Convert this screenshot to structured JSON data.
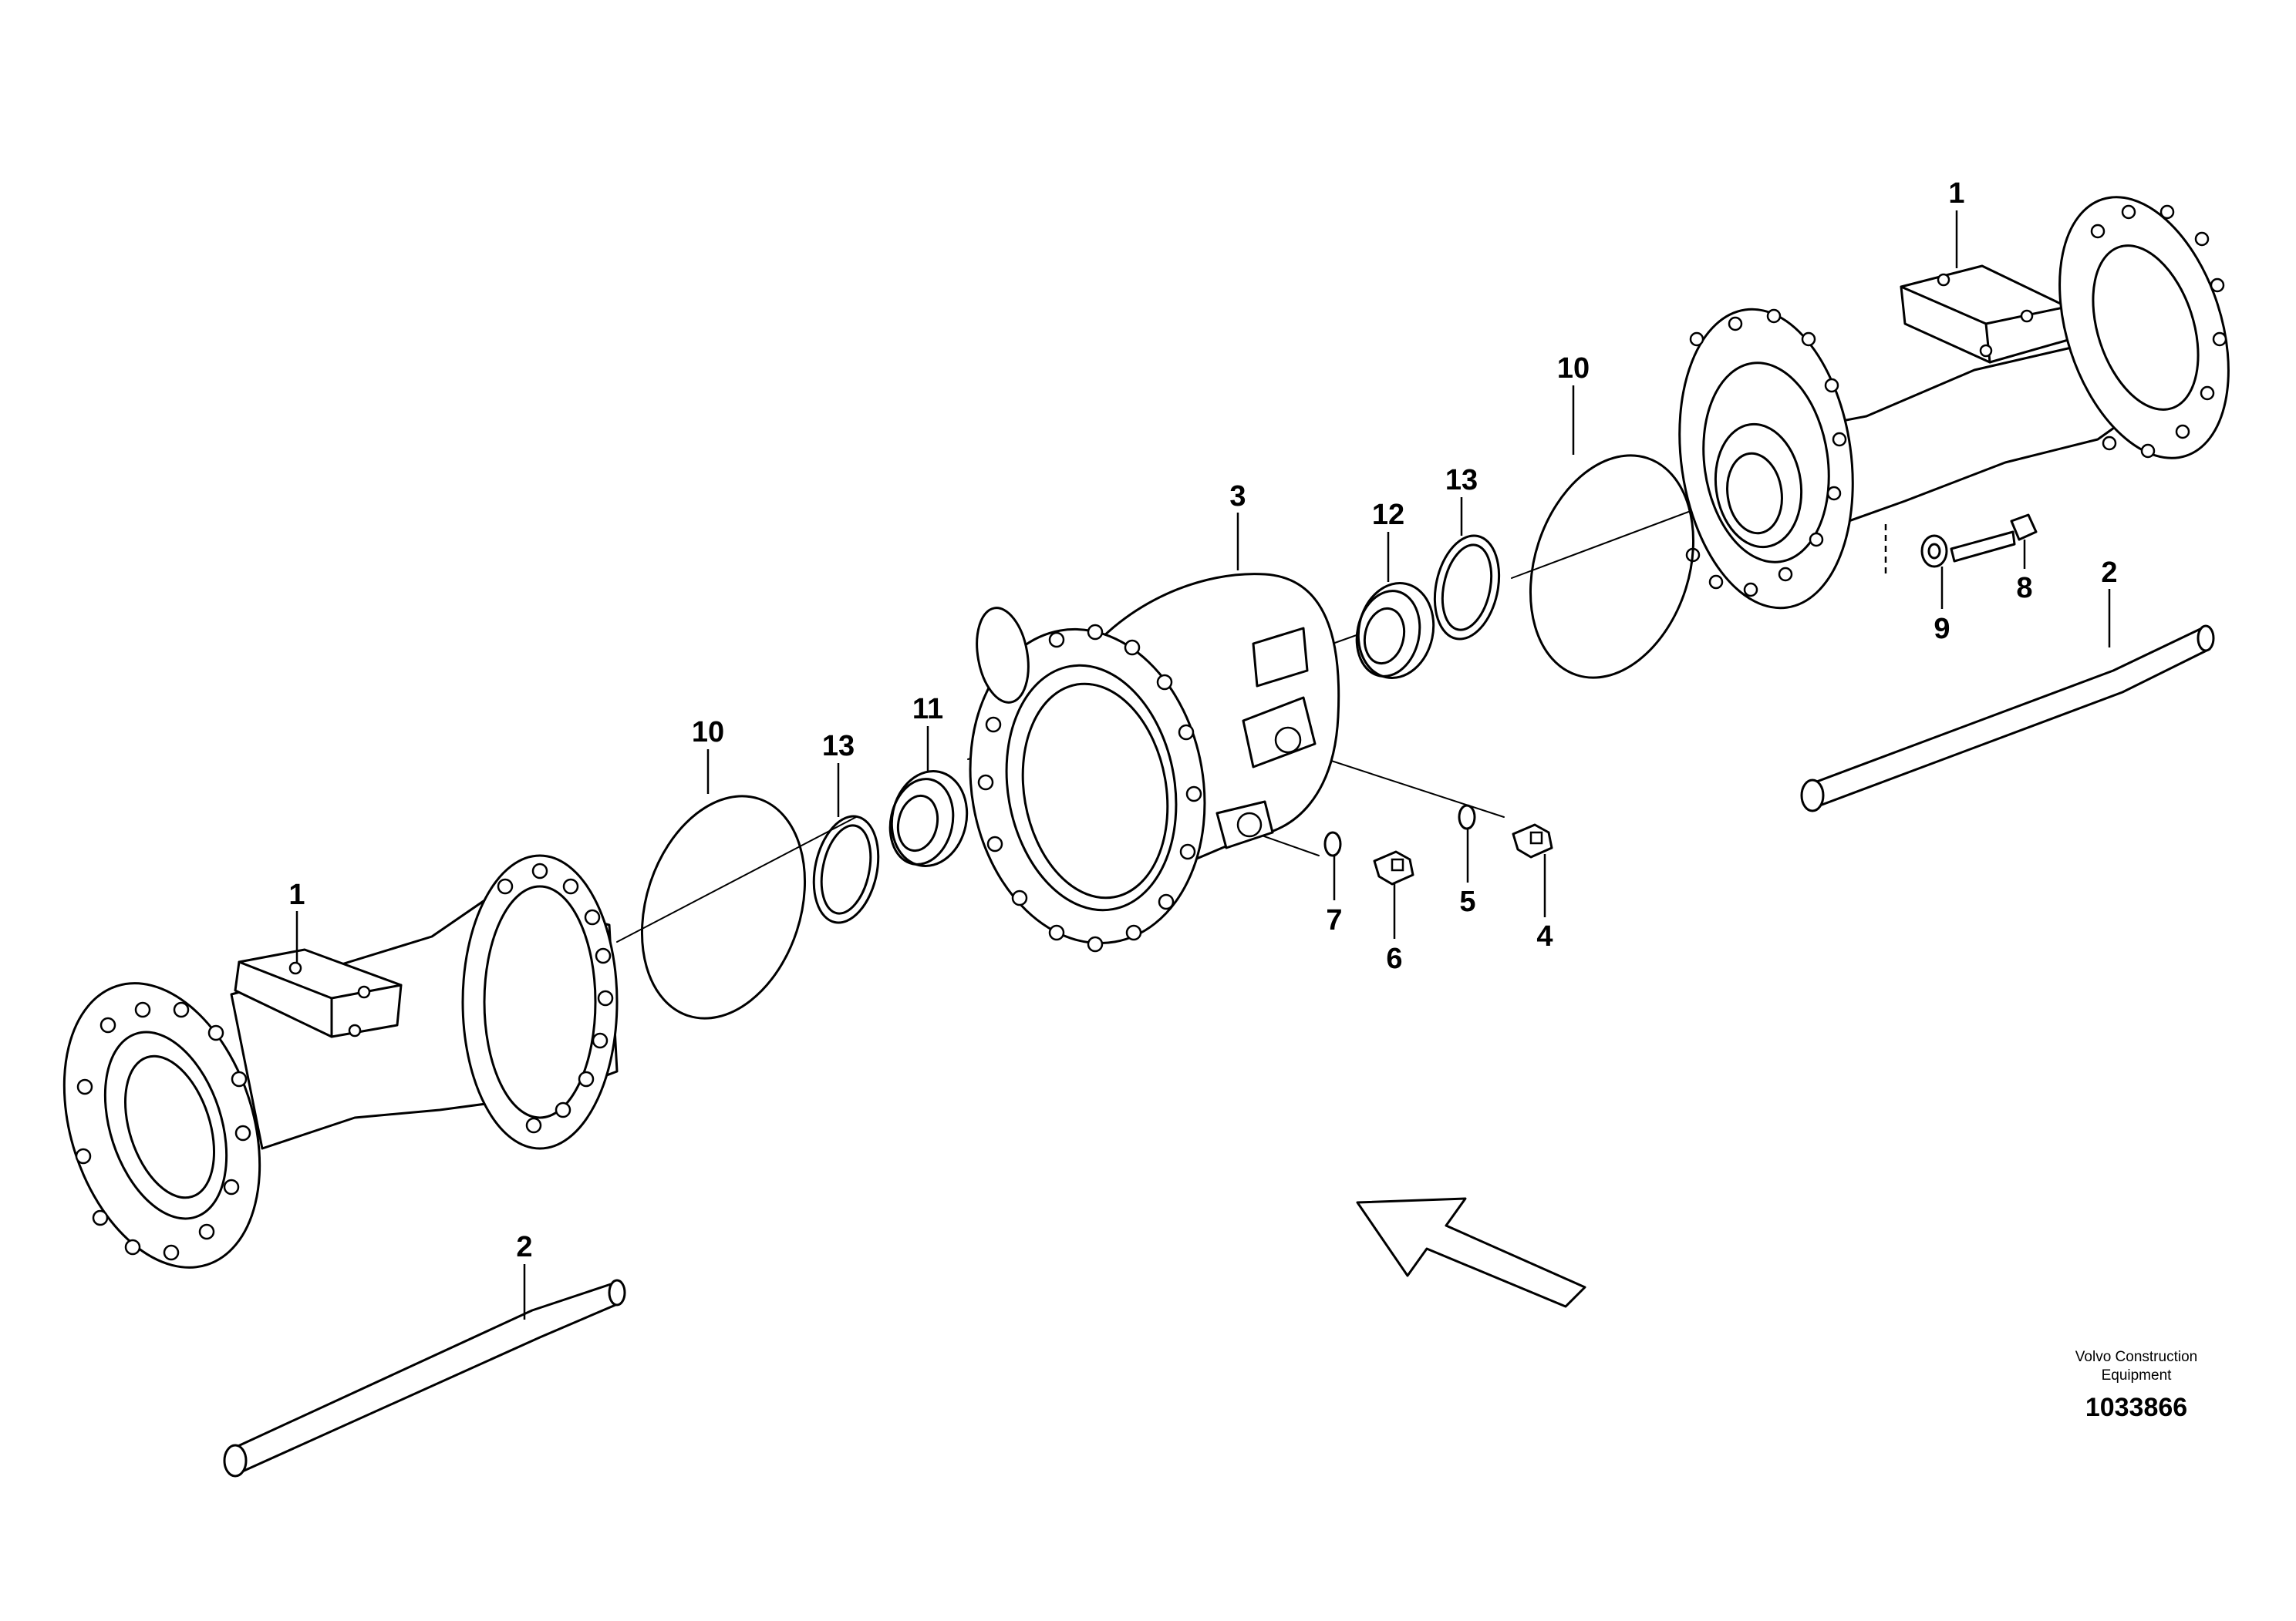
{
  "callouts": [
    {
      "id": "1",
      "text": "1"
    },
    {
      "id": "2",
      "text": "2"
    },
    {
      "id": "3",
      "text": "3"
    },
    {
      "id": "4",
      "text": "4"
    },
    {
      "id": "5",
      "text": "5"
    },
    {
      "id": "6",
      "text": "6"
    },
    {
      "id": "7",
      "text": "7"
    },
    {
      "id": "8",
      "text": "8"
    },
    {
      "id": "9",
      "text": "9"
    },
    {
      "id": "10",
      "text": "10"
    },
    {
      "id": "11",
      "text": "11"
    },
    {
      "id": "12",
      "text": "12"
    },
    {
      "id": "13",
      "text": "13"
    }
  ],
  "footer": {
    "brand_line1": "Volvo Construction",
    "brand_line2": "Equipment",
    "document_number": "1033866"
  }
}
